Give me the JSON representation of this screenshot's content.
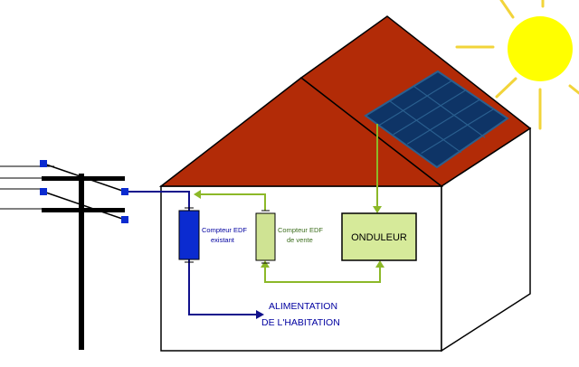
{
  "labels": {
    "meter_existing_line1": "Compteur EDF",
    "meter_existing_line2": "existant",
    "meter_sale_line1": "Compteur EDF",
    "meter_sale_line2": "de vente",
    "inverter": "ONDULEUR",
    "supply_line1": "ALIMENTATION",
    "supply_line2": "DE L'HABITATION"
  },
  "colors": {
    "roof": "#b22b07",
    "roof_edge": "#000000",
    "panel": "#0e3466",
    "panel_frame": "#2a5f8f",
    "sun": "#ffff00",
    "sun_rays": "#f2d43a",
    "meter_blue": "#0b2bd0",
    "meter_green": "#cfe393",
    "wire_blue": "#10108c",
    "wire_green": "#8cb828",
    "inverter_fill": "#d6ea9a",
    "text_blue": "#0000a0",
    "text_green": "#3d6e1e"
  },
  "icons": {
    "sun": "sun-icon",
    "solar_panel": "solar-panel-icon",
    "utility_pole": "utility-pole-icon"
  }
}
